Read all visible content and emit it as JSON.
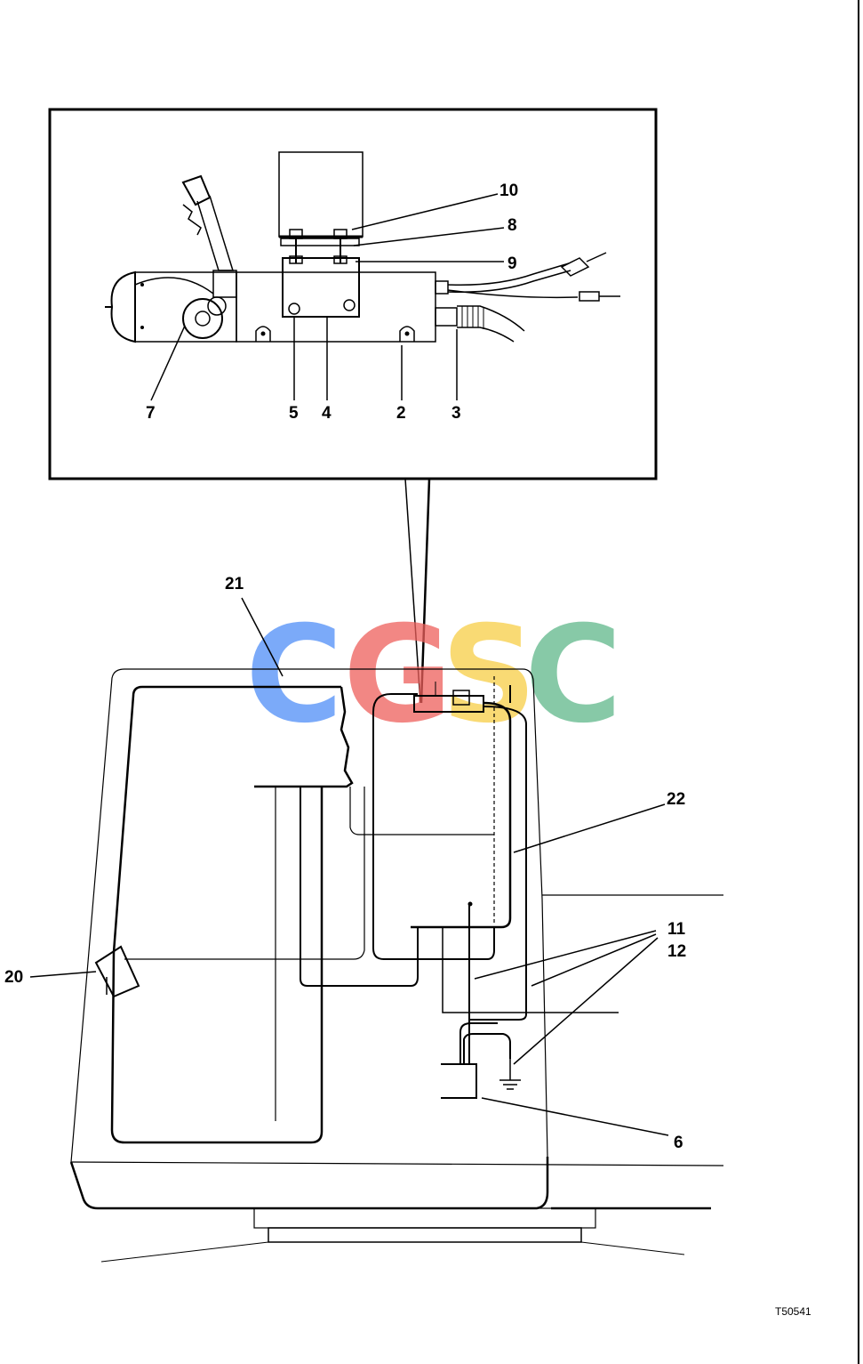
{
  "figure_code": "T50541",
  "watermark": {
    "text": [
      "C",
      "G",
      "S",
      "C"
    ],
    "colors": [
      "#4f8ef7",
      "#ee5f5b",
      "#f7ce46",
      "#5fb88a"
    ]
  },
  "callouts": {
    "c2": "2",
    "c3": "3",
    "c4": "4",
    "c5": "5",
    "c7": "7",
    "c8": "8",
    "c9": "9",
    "c10": "10",
    "c20": "20",
    "c21": "21",
    "c22": "22",
    "c11": "11",
    "c12": "12",
    "c6": "6"
  }
}
